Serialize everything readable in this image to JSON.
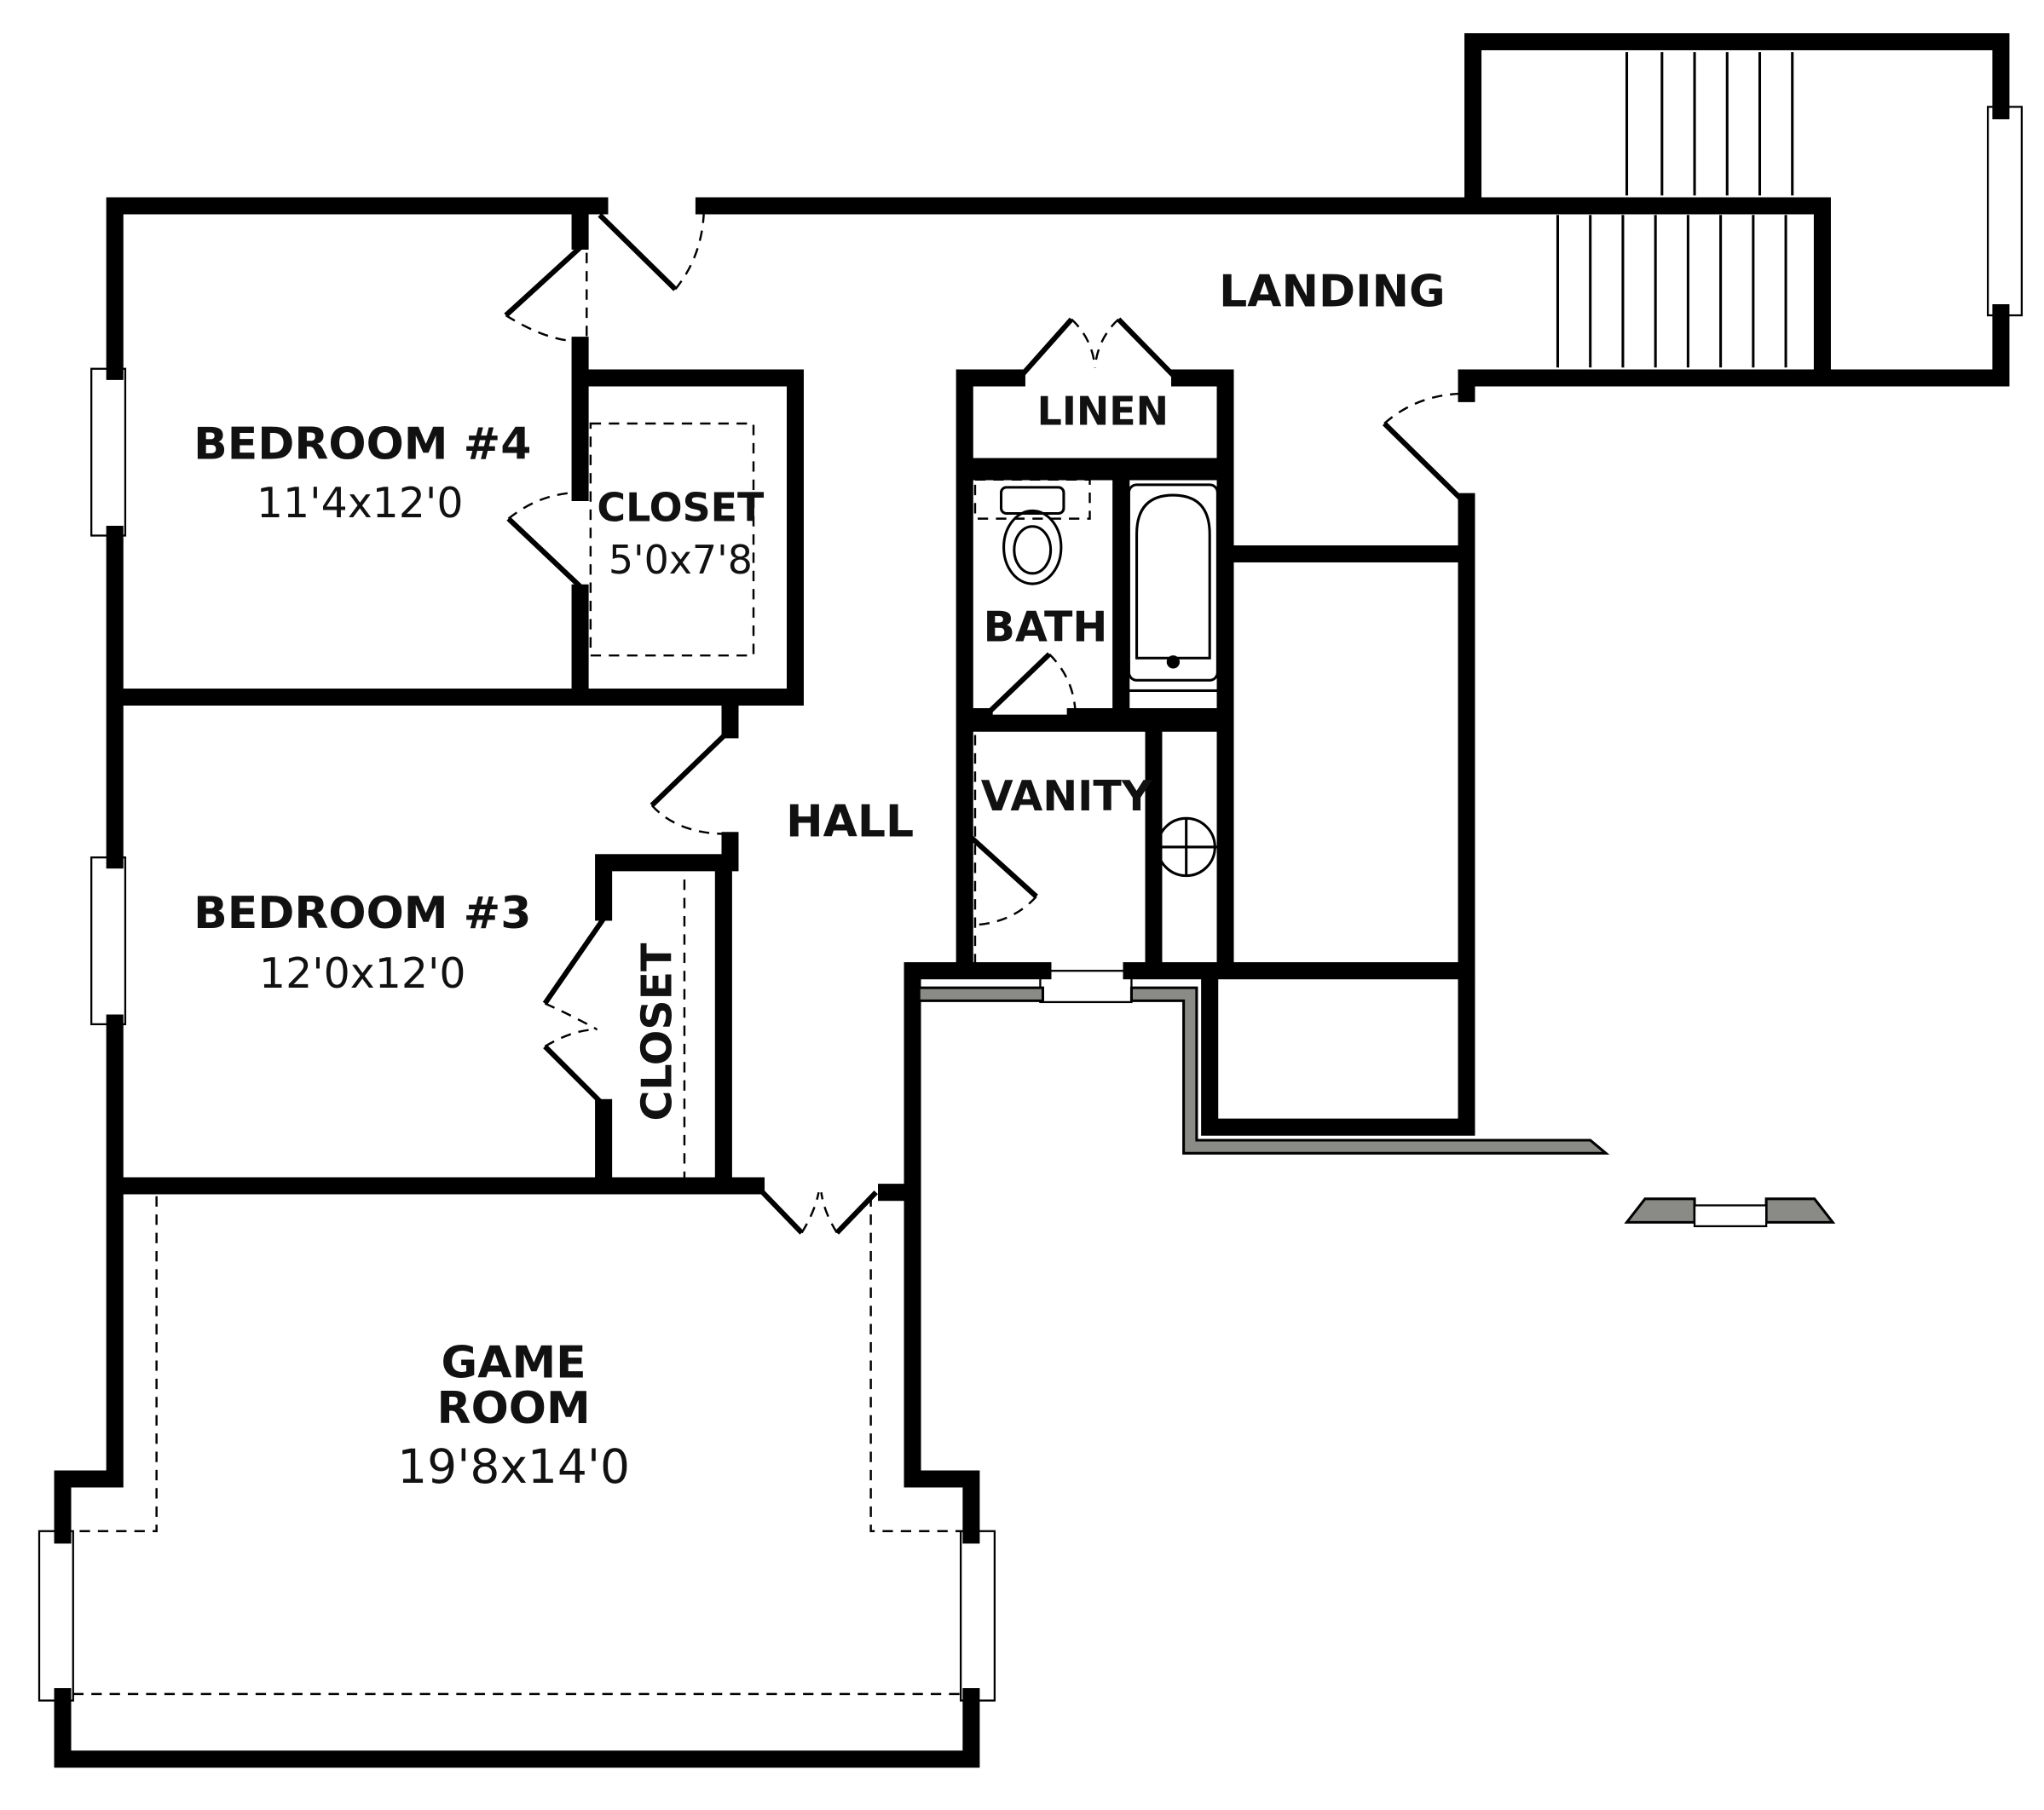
{
  "plan": {
    "rooms": {
      "landing": {
        "name": "LANDING"
      },
      "linen": {
        "name": "LINEN"
      },
      "bedroom4": {
        "name": "BEDROOM #4",
        "size": "11'4x12'0"
      },
      "closet4": {
        "name": "CLOSET",
        "size": "5'0x7'8"
      },
      "bath": {
        "name": "BATH"
      },
      "vanity": {
        "name": "VANITY"
      },
      "hall": {
        "name": "HALL"
      },
      "bedroom3": {
        "name": "BEDROOM #3",
        "size": "12'0x12'0"
      },
      "closet3": {
        "name": "CLOSET"
      },
      "game_room": {
        "name_line1": "GAME",
        "name_line2": "ROOM",
        "size": "19'8x14'0"
      }
    },
    "colors": {
      "wall_fill": "#bcbcb6",
      "wall_outline": "#000000",
      "background": "#ffffff"
    }
  }
}
